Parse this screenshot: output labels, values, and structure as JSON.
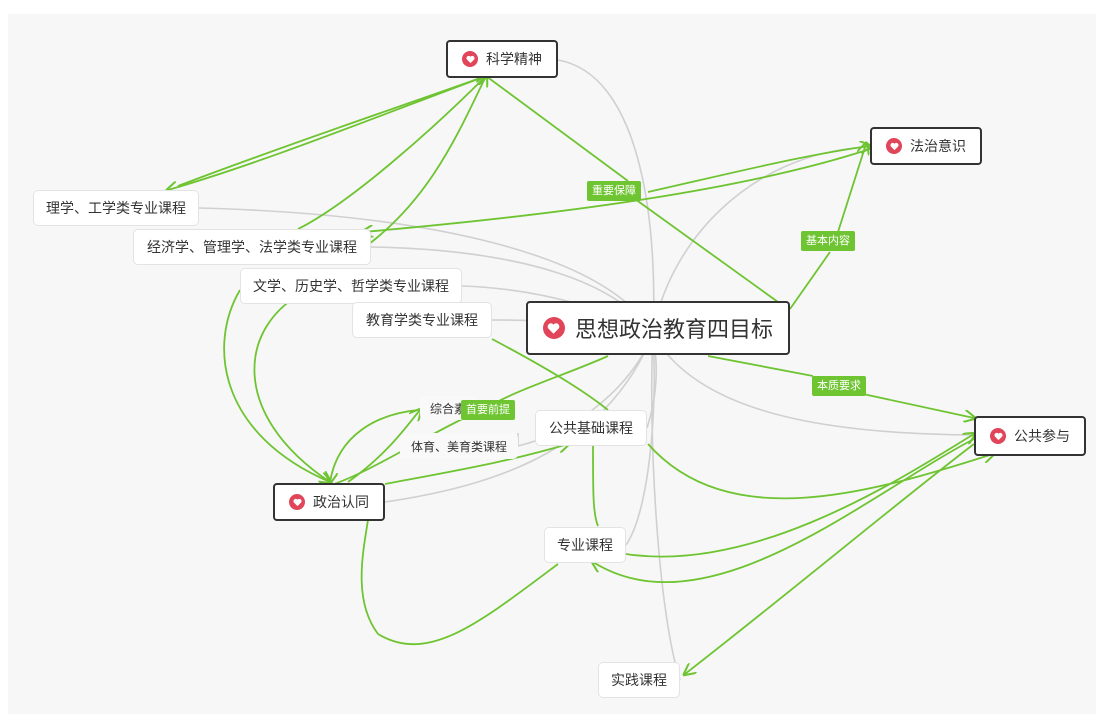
{
  "center": {
    "label": "思想政治教育四目标"
  },
  "goals": {
    "science_spirit": "科学精神",
    "rule_of_law": "法治意识",
    "political_identity": "政治认同",
    "public_participation": "公共参与"
  },
  "courses": {
    "science_eng": "理学、工学类专业课程",
    "econ_mgmt_law": "经济学、管理学、法学类专业课程",
    "lit_hist_phil": "文学、历史学、哲学类专业课程",
    "education": "教育学类专业课程",
    "comprehensive": "综合素",
    "pe_arts": "体育、美育类课程",
    "public_basic": "公共基础课程",
    "professional": "专业课程",
    "practice": "实践课程"
  },
  "edge_labels": {
    "important_guarantee": "重要保障",
    "basic_content": "基本内容",
    "essential_requirement": "本质要求",
    "primary_premise": "首要前提"
  },
  "colors": {
    "green": "#6ec431",
    "gray": "#d0d0d0",
    "heart": "#e0455a",
    "border": "#333333"
  }
}
